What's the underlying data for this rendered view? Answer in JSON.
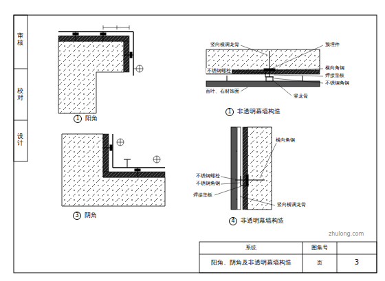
{
  "diagram": {
    "title": "阳角、阴角及非透明幕墙构造",
    "labels": [
      "审核",
      "校对",
      "设计",
      "1",
      "阳角",
      "3",
      "阴角",
      "1",
      "非透明幕墙构造",
      "4",
      "非透明幕墙构造",
      "竖向横调龙骨",
      "预埋件",
      "不锈钢螺栓",
      "横向角钢",
      "百叶、石材饰面",
      "焊接垫板",
      "不锈钢角钢",
      "竖龙骨",
      "横向角钢",
      "不锈钢螺栓",
      "不锈钢角钢",
      "焊接垫板",
      "竖向横调龙骨",
      "系统",
      "图集号",
      "页",
      "3",
      "zhulong.com"
    ]
  }
}
